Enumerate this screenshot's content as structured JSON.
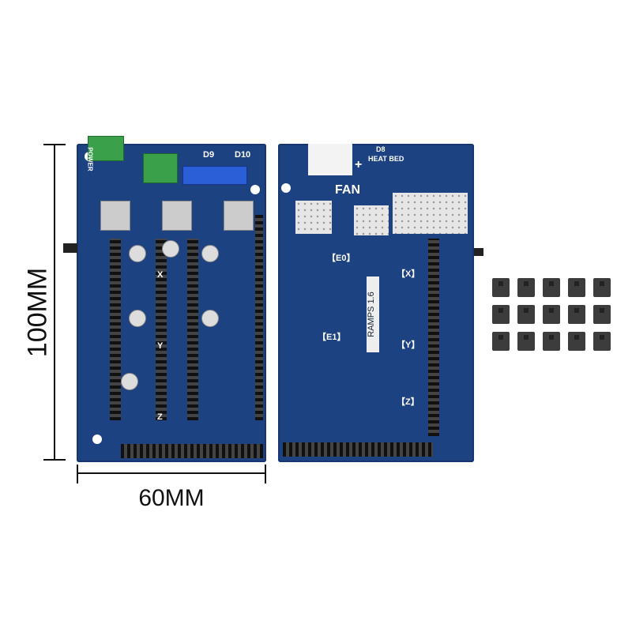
{
  "dimensions": {
    "height_label": "100MM",
    "width_label": "60MM"
  },
  "left_board": {
    "labels": {
      "power": "POWER",
      "d9": "D9",
      "d10": "D10",
      "x": "X",
      "y": "Y",
      "z": "Z"
    },
    "colors": {
      "pcb": "#1d4282",
      "terminal_green": "#3aa04a",
      "terminal_blue": "#2a5fd8"
    }
  },
  "right_board": {
    "labels": {
      "fan": "FAN",
      "heat_bed": "HEAT BED",
      "d8": "D8",
      "model": "RAMPS 1.6",
      "e0": "【E0】",
      "e1": "【E1】",
      "x": "【X】",
      "y": "【Y】",
      "z": "【Z】",
      "plus": "+",
      "minus": "-"
    }
  },
  "jumpers": {
    "rows": 3,
    "cols": 5,
    "color": "#3c3c3c"
  }
}
